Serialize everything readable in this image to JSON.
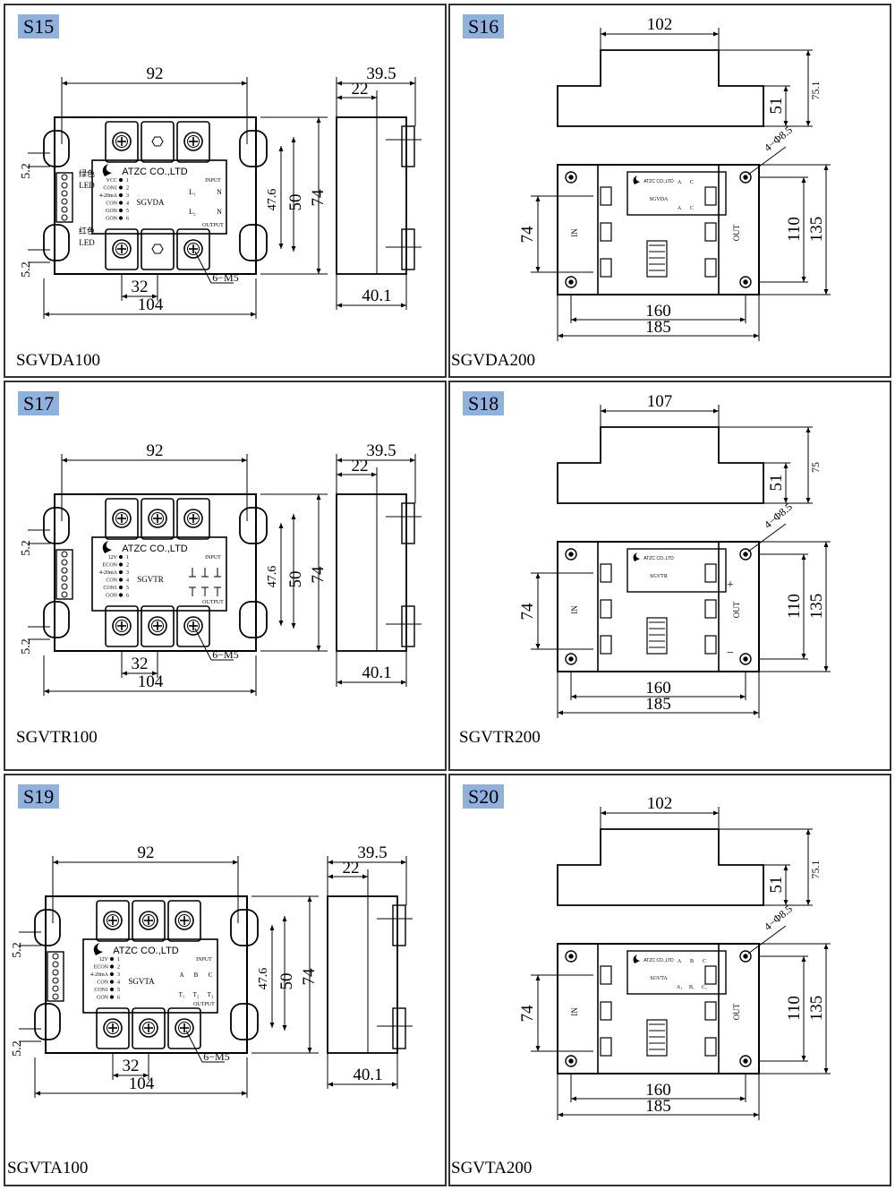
{
  "panels": [
    {
      "id": "S15",
      "model": "SGVDA100",
      "kind": "front",
      "dims": {
        "width": "92",
        "depth": "39.5",
        "depth_inner": "22",
        "side_gap": "5.2",
        "side_gap2": "5.2",
        "hole_pitch": "47.6",
        "height_mid": "50",
        "height": "74",
        "pitch_small": "32",
        "overall_width": "104",
        "side_depth": "40.1",
        "screw": "6−M5"
      },
      "label": {
        "company": "ATZC CO.,LTD",
        "model_text": "SGVDA",
        "input": "INPUT",
        "output": "OUTPUT",
        "pins": [
          "VCC",
          "CON1",
          "4-20mA",
          "CON",
          "GON",
          "GON"
        ],
        "pin_numbers": [
          "1",
          "2",
          "3",
          "4",
          "5",
          "6"
        ],
        "led_green": "绿色",
        "led_red": "红色",
        "led": "LED",
        "l1": "L₁",
        "l2": "L₂",
        "n1": "N",
        "n2": "N"
      }
    },
    {
      "id": "S16",
      "model": "SGVDA200",
      "kind": "top",
      "dims": {
        "top_width": "102",
        "step_h": "51",
        "top_h": "75.1",
        "hole": "4−Φ8.5",
        "in_h": "74",
        "mid_h": "110",
        "full_h": "135",
        "hole_pitch": "160",
        "overall_width": "185"
      },
      "label": {
        "company": "ATZC CO.,LTD",
        "model_text": "SGVDA",
        "in": "IN",
        "out": "OUT",
        "marks_top": [
          "A",
          "C"
        ],
        "marks_bottom": [
          "A",
          "C"
        ]
      }
    },
    {
      "id": "S17",
      "model": "SGVTR100",
      "kind": "front",
      "dims": {
        "width": "92",
        "depth": "39.5",
        "depth_inner": "22",
        "side_gap": "5.2",
        "side_gap2": "5.2",
        "hole_pitch": "47.6",
        "height_mid": "50",
        "height": "74",
        "pitch_small": "32",
        "overall_width": "104",
        "side_depth": "40.1",
        "screw": "6−M5"
      },
      "label": {
        "company": "ATZC CO.,LTD",
        "model_text": "SGVTR",
        "input": "INPUT",
        "output": "OUTPUT",
        "pins": [
          "12V",
          "ECON",
          "4-20mA",
          "CON",
          "CON1",
          "GON"
        ],
        "pin_numbers": [
          "1",
          "2",
          "3",
          "4",
          "5",
          "6"
        ]
      }
    },
    {
      "id": "S18",
      "model": "SGVTR200",
      "kind": "top",
      "dims": {
        "top_width": "107",
        "step_h": "51",
        "top_h": "75",
        "hole": "4−Φ8.5",
        "in_h": "74",
        "mid_h": "110",
        "full_h": "135",
        "hole_pitch": "160",
        "overall_width": "185"
      },
      "label": {
        "company": "ATZC CO.,LTD",
        "model_text": "SGVTR",
        "in": "IN",
        "out": "OUT",
        "plus": "+",
        "minus": "−"
      }
    },
    {
      "id": "S19",
      "model": "SGVTA100",
      "kind": "front",
      "dims": {
        "width": "92",
        "depth": "39.5",
        "depth_inner": "22",
        "side_gap": "5.2",
        "side_gap2": "5.2",
        "hole_pitch": "47.6",
        "height_mid": "50",
        "height": "74",
        "pitch_small": "32",
        "overall_width": "104",
        "side_depth": "40.1",
        "screw": "6−M5"
      },
      "label": {
        "company": "ATZC CO.,LTD",
        "model_text": "SGVTA",
        "input": "INPUT",
        "output": "OUTPUT",
        "pins": [
          "12V",
          "ECON",
          "4-20mA",
          "CON",
          "CON1",
          "GON"
        ],
        "pin_numbers": [
          "1",
          "2",
          "3",
          "4",
          "5",
          "6"
        ],
        "marks_top": [
          "A",
          "B",
          "C"
        ],
        "marks_bottom": [
          "T₁",
          "T₂",
          "T₃"
        ]
      }
    },
    {
      "id": "S20",
      "model": "SGVTA200",
      "kind": "top",
      "dims": {
        "top_width": "102",
        "step_h": "51",
        "top_h": "75.1",
        "hole": "4−Φ8.5",
        "in_h": "74",
        "mid_h": "110",
        "full_h": "135",
        "hole_pitch": "160",
        "overall_width": "185"
      },
      "label": {
        "company": "ATZC CO.,LTD",
        "model_text": "SGVTA",
        "in": "IN",
        "out": "OUT",
        "marks_top": [
          "A",
          "B",
          "C"
        ],
        "marks_bottom": [
          "A₁",
          "B₁",
          "C₁"
        ]
      }
    }
  ],
  "colors": {
    "badge": "#8fb1de",
    "border": "#333333",
    "line": "#000000"
  }
}
